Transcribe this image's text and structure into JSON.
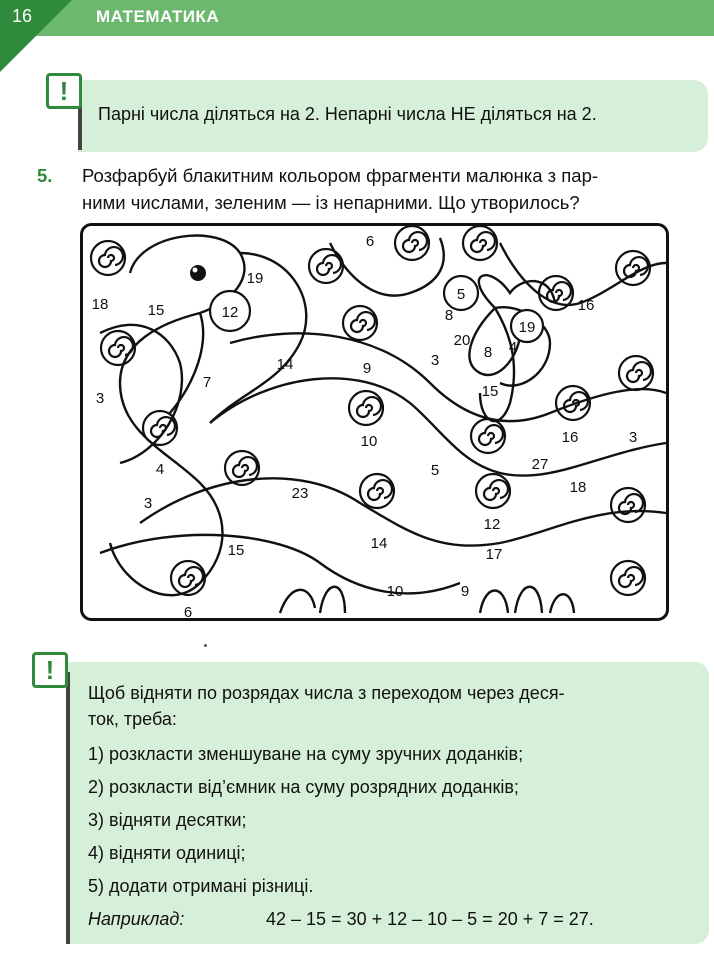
{
  "header": {
    "page_number": "16",
    "section_title": "МАТЕМАТИКА"
  },
  "note1": {
    "icon": "exclamation-icon",
    "text": "Парні числа діляться на 2. Непарні числа НЕ діляться на 2."
  },
  "task": {
    "number": "5.",
    "line1": "Розфарбуй блакитним кольором фрагменти малюнка з пар-",
    "line2": "ними числами, зеленим — із непарними. Що утворилось?"
  },
  "picture": {
    "numbers": [
      "6",
      "19",
      "18",
      "15",
      "12",
      "5",
      "8",
      "16",
      "19",
      "20",
      "8",
      "4",
      "3",
      "14",
      "9",
      "7",
      "3",
      "15",
      "10",
      "16",
      "3",
      "4",
      "5",
      "27",
      "3",
      "23",
      "18",
      "12",
      "14",
      "17",
      "15",
      "10",
      "9",
      "6"
    ]
  },
  "note2": {
    "intro": "Щоб відняти по розрядах числа з переходом через деся-ток, треба:",
    "intro_line1": "Щоб відняти по розрядах числа з переходом через деся-",
    "intro_line2": "ток, треба:",
    "steps": [
      "1) розкласти зменшуване на суму зручних доданків;",
      "2) розкласти від’ємник на суму розрядних доданків;",
      "3) відняти десятки;",
      "4) відняти одиниці;",
      "5) додати отримані різниці."
    ],
    "example_label": "Наприклад:",
    "example_expr": "42 – 15 = 30 + 12 – 10 – 5 = 20 + 7 = 27."
  },
  "colors": {
    "header": "#6db86f",
    "corner": "#2f8a3c",
    "note_bg": "#d6efd8",
    "accent": "#2f8a3c"
  }
}
